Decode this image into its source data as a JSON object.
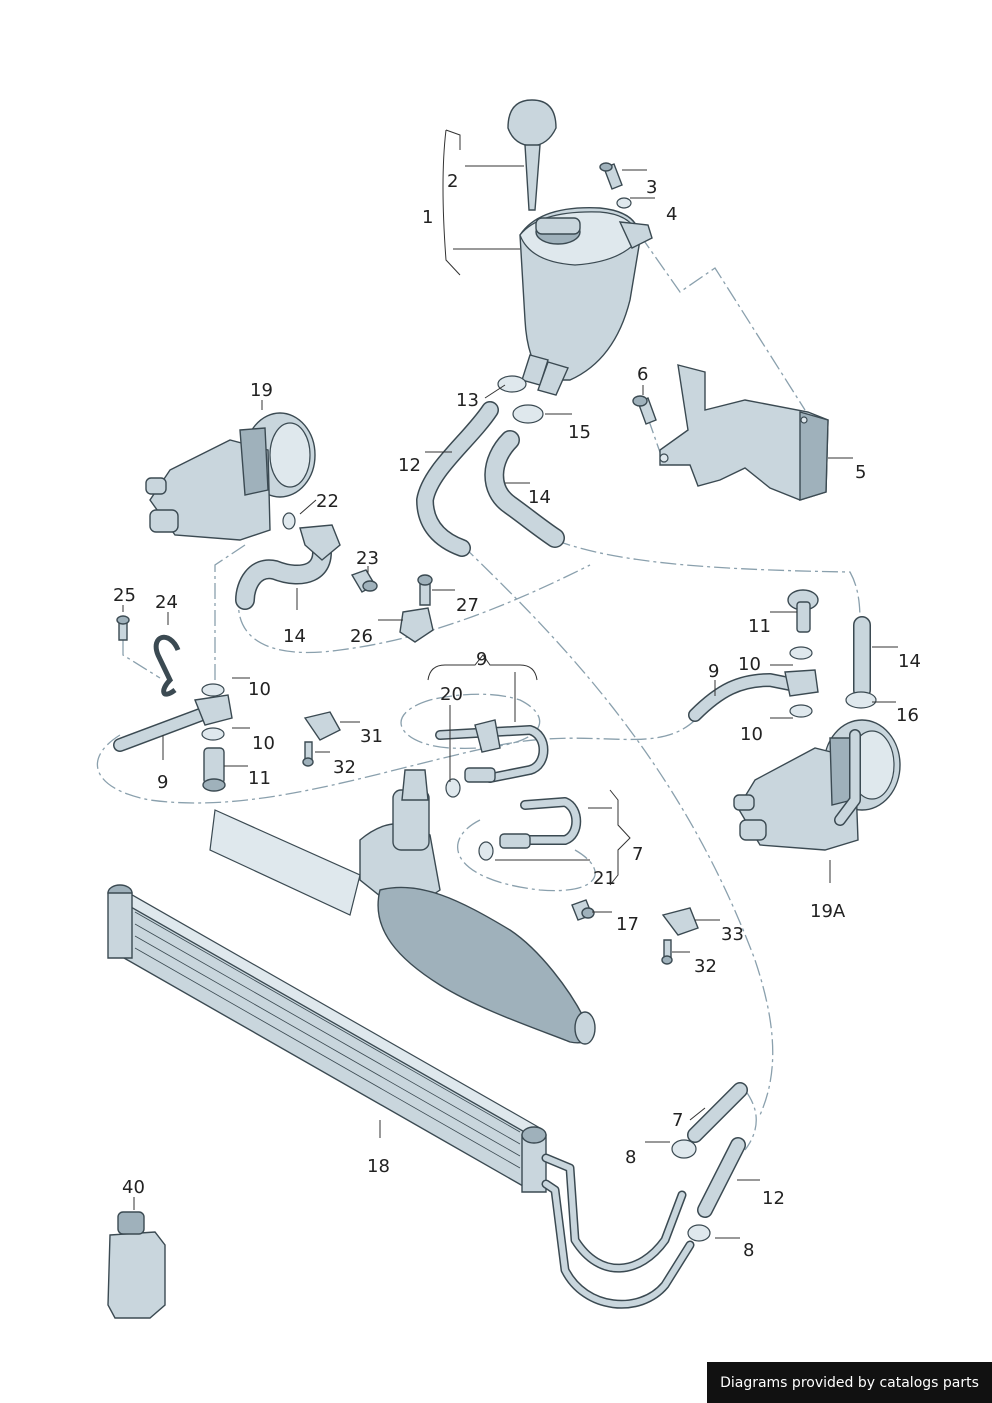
{
  "footer": {
    "credit": "Diagrams provided by catalogs parts"
  },
  "labels": [
    "1",
    "2",
    "3",
    "4",
    "5",
    "6",
    "11",
    "13",
    "15",
    "12",
    "14",
    "19",
    "22",
    "23",
    "27",
    "25",
    "24",
    "14",
    "26",
    "11",
    "14",
    "9",
    "9",
    "20",
    "10",
    "10",
    "16",
    "10",
    "10",
    "10",
    "31",
    "32",
    "9",
    "11",
    "7",
    "21",
    "19A",
    "17",
    "33",
    "32",
    "18",
    "7",
    "8",
    "12",
    "8",
    "40"
  ],
  "colors": {
    "part_fill": "#c9d6dd",
    "part_stroke": "#3b4a52",
    "dash_line": "#8aa0ad",
    "footer_bg": "#111111"
  }
}
